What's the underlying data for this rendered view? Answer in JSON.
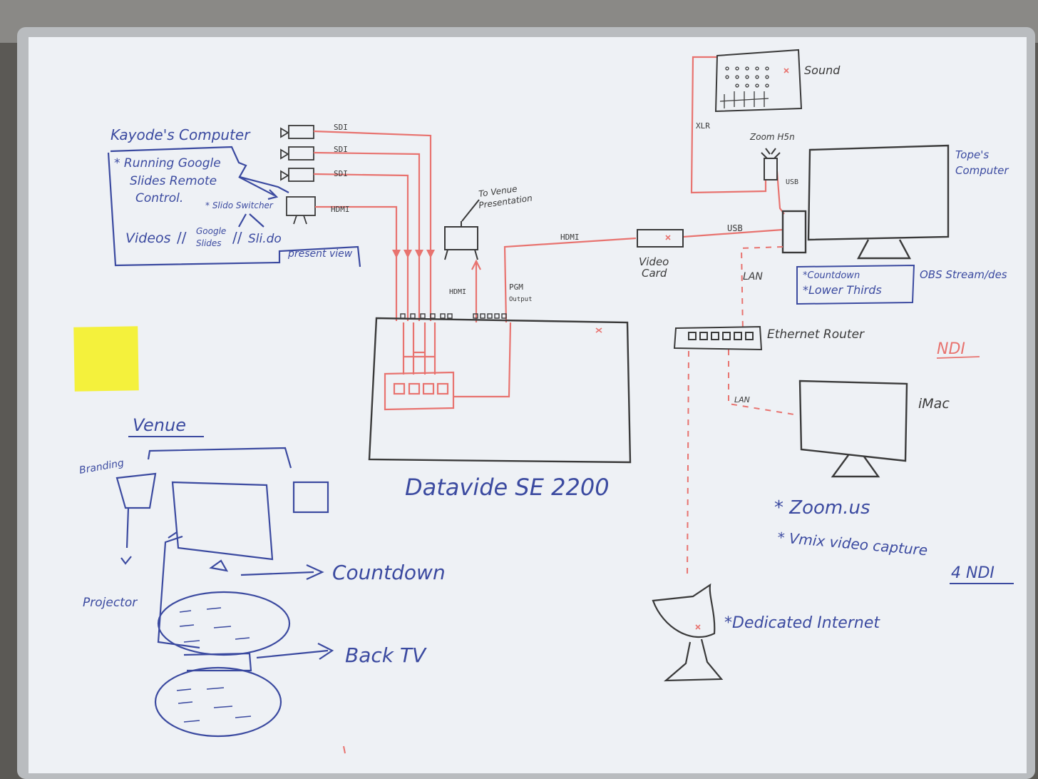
{
  "colors": {
    "board": "#eef1f5",
    "frame": "#b9bcbf",
    "red_marker": "#e8736f",
    "blue_marker": "#3b4aa0",
    "black_marker": "#3a3a3a",
    "sticky_note": "#f4f13c"
  },
  "kayode": {
    "title": "Kayode's Computer",
    "line1": "* Running Google",
    "line2": "Slides Remote",
    "line3": "Control.",
    "slido_switcher": "* Slido Switcher",
    "videos": "Videos",
    "google_slides_1": "Google",
    "google_slides_2": "Slides",
    "slido": "Sli.do",
    "present_view": "present view"
  },
  "inputs": {
    "sdi1": "SDI",
    "sdi2": "SDI",
    "sdi3": "SDI",
    "hdmi": "HDMI"
  },
  "venue_presentation": {
    "line1": "To Venue",
    "line2": "Presentation",
    "hdmi": "HDMI",
    "pgm1": "PGM",
    "pgm2": "Output"
  },
  "switcher": {
    "label": "Datavide SE 2200"
  },
  "video_card": {
    "line1": "Video",
    "line2": "Card",
    "hdmi": "HDMI",
    "usb": "USB"
  },
  "sound": {
    "label": "Sound",
    "xlr": "XLR",
    "zoom": "Zoom H5n",
    "usb": "USB"
  },
  "tope": {
    "line1": "Tope's",
    "line2": "Computer",
    "countdown": "*Countdown",
    "lower_thirds": "*Lower Thirds",
    "obs": "OBS Stream/des"
  },
  "network": {
    "lan1": "LAN",
    "router": "Ethernet Router",
    "ndi": "NDI",
    "lan2": "LAN",
    "imac": "iMac"
  },
  "notes": {
    "zoom": "* Zoom.us",
    "vmix1": "* Vmix video capture",
    "vmix2": "4 NDI",
    "internet": "*Dedicated Internet"
  },
  "venue": {
    "title": "Venue",
    "branding": "Branding",
    "projector": "Projector",
    "countdown": "Countdown",
    "back_tv": "Back TV"
  }
}
